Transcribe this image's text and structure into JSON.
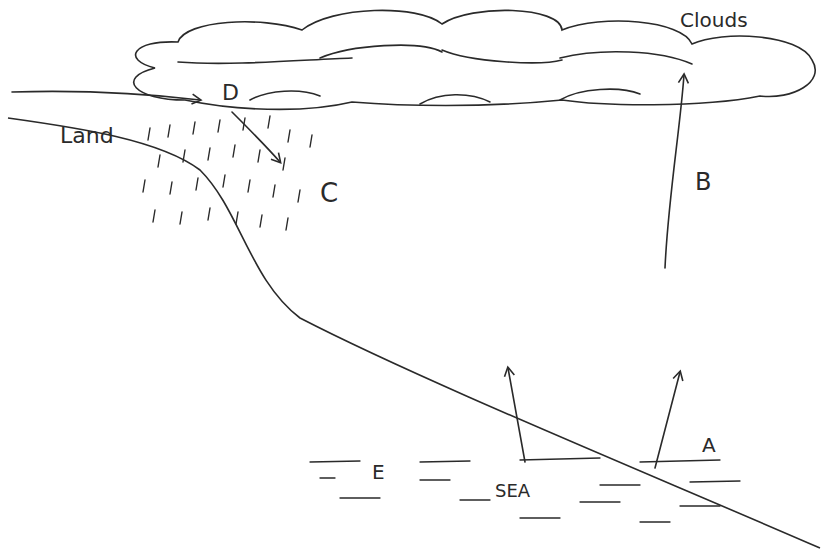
{
  "diagram": {
    "nodes": [
      {
        "text": [
          "Clouds"
        ]
      }
    ],
    "labels": [
      "C",
      "B",
      "D",
      "Land",
      "E",
      "SEA",
      "A"
    ]
  }
}
